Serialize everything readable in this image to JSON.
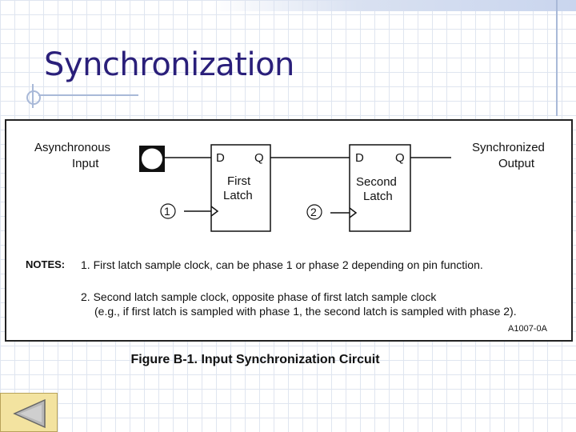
{
  "slide": {
    "title": "Synchronization"
  },
  "figure": {
    "async_input_line1": "Asynchronous",
    "async_input_line2": "Input",
    "sync_output_line1": "Synchronized",
    "sync_output_line2": "Output",
    "latch1": {
      "d_pin": "D",
      "q_pin": "Q",
      "name_line1": "First",
      "name_line2": "Latch",
      "clock_number": "1"
    },
    "latch2": {
      "d_pin": "D",
      "q_pin": "Q",
      "name_line1": "Second",
      "name_line2": "Latch",
      "clock_number": "2"
    },
    "notes_label": "NOTES:",
    "note1": "1. First latch sample clock, can be phase 1 or phase 2 depending on pin function.",
    "note2_line1": "2. Second latch sample clock, opposite phase of first latch sample clock",
    "note2_line2": "(e.g., if first latch is sampled with phase 1, the second latch is sampled with phase 2).",
    "figure_id": "A1007-0A",
    "caption": "Figure B-1.  Input Synchronization Circuit"
  },
  "navigation": {
    "back_icon": "left-triangle-icon"
  },
  "colors": {
    "title": "#2a1f7a",
    "grid": "#dfe5f0",
    "accent_rule": "#a9b9d8",
    "button_fill": "#f3e3a0",
    "arrow_fill": "#b8b8b8"
  }
}
